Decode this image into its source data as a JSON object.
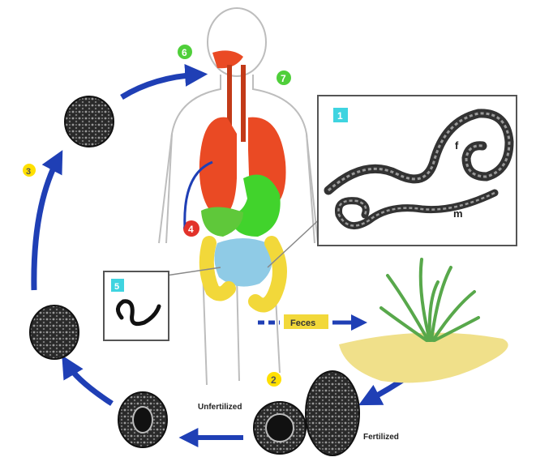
{
  "steps": {
    "s1": "1",
    "s2": "2",
    "s3": "3",
    "s4": "4",
    "s5": "5",
    "s6": "6",
    "s7": "7"
  },
  "worm_labels": {
    "female": "f",
    "male": "m"
  },
  "text_labels": {
    "unfertilized": "Unfertilized",
    "fertilized": "Fertilized",
    "feces": "Feces"
  },
  "colors": {
    "arrow": "#1f3fb5",
    "lungs": "#ea4a24",
    "stomach": "#41d32c",
    "intestine": "#f2d83a",
    "small_intestine": "#8fcbe6",
    "soil": "#f0e08a",
    "grass": "#58a84b",
    "badge_green": "#4fcf3a",
    "badge_yellow": "#ffe000",
    "badge_cyan": "#3fd4e0",
    "egg": "#2a2a2a",
    "worm": "#333333"
  },
  "icons": {
    "arrow": "arrow-icon",
    "egg": "egg-icon",
    "worm": "worm-icon",
    "grass": "grass-icon"
  }
}
